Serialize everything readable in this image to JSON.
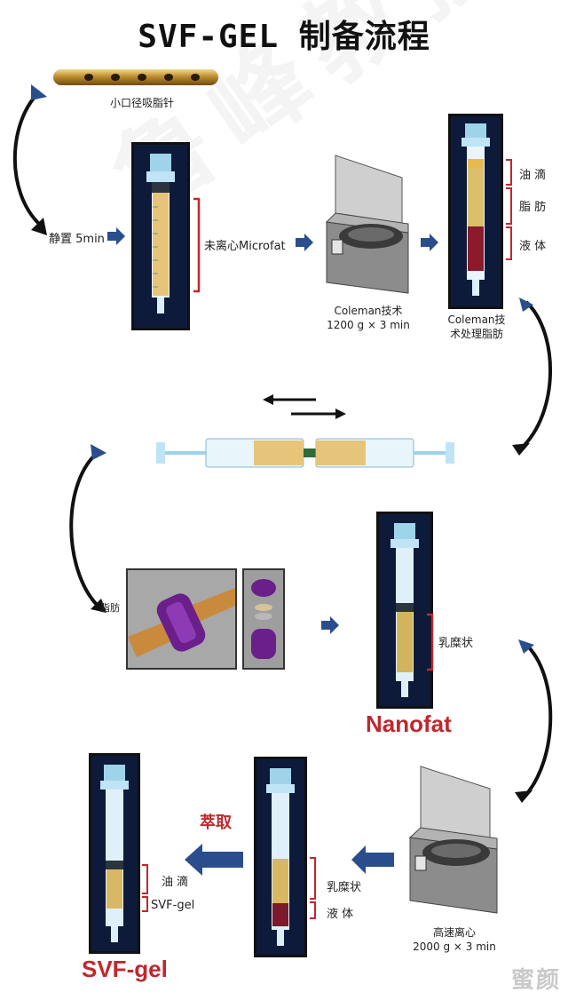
{
  "title": "SVF-GEL 制备流程",
  "watermark": "鲁峰教授团队",
  "corner_mark": "蜜颜",
  "steps": {
    "cannula_label": "小口径吸脂针",
    "rest_label": "静置 5min",
    "microfat_label": "未离心Microfat",
    "coleman_label": "Coleman技术\n1200 g × 3 min",
    "coleman_processed_label": "Coleman技\n术处理脂肪",
    "layer_oil": "油 滴",
    "layer_fat": "脂 肪",
    "layer_liquid": "液 体",
    "fat_label": "脂肪",
    "emulsion_label": "乳糜状",
    "nanofat_label": "Nanofat",
    "highspeed_label": "高速离心\n2000 g × 3 min",
    "emulsion_label_2": "乳糜状",
    "liquid_label_2": "液 体",
    "extract_label": "萃取",
    "svf_oil_label": "油 滴",
    "svf_gel_small_label": "SVF-gel",
    "svf_gel_label": "SVF-gel"
  },
  "colors": {
    "red_accent": "#c0282d",
    "arrow_blue": "#2a4e8c",
    "frame_dark": "#0d1a3a",
    "fat_yellow": "#d9b24a",
    "blood_red": "#8b1a2a"
  }
}
